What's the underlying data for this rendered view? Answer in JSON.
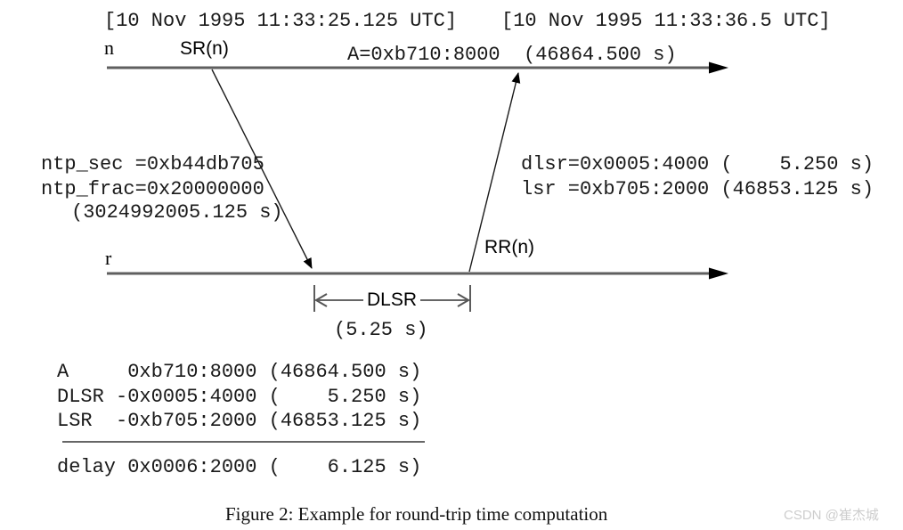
{
  "diagram": {
    "timestamps": {
      "left": "[10 Nov 1995 11:33:25.125 UTC]",
      "right": "[10 Nov 1995 11:33:36.5 UTC]"
    },
    "sender_line": {
      "endpoint_label": "n",
      "sr_label": "SR(n)",
      "arrival_label": "A=0xb710:8000  (46864.500 s)"
    },
    "receiver_line": {
      "endpoint_label": "r",
      "rr_label": "RR(n)"
    },
    "ntp_block": {
      "line1": "ntp_sec =0xb44db705",
      "line2": "ntp_frac=0x20000000",
      "line3": "(3024992005.125 s)"
    },
    "report_block": {
      "line1": "dlsr=0x0005:4000 (    5.250 s)",
      "line2": "lsr =0xb705:2000 (46853.125 s)"
    },
    "dlsr_measure": {
      "label": "DLSR",
      "seconds": "(5.25 s)"
    }
  },
  "computation": {
    "rows": [
      "A     0xb710:8000 (46864.500 s)",
      "DLSR -0x0005:4000 (    5.250 s)",
      "LSR  -0xb705:2000 (46853.125 s)"
    ],
    "result": "delay 0x0006:2000 (    6.125 s)"
  },
  "caption": "Figure 2: Example for round-trip time computation",
  "watermark": "CSDN @崔杰城",
  "colors": {
    "timeline": "#5f5f5f",
    "arrow": "#000000",
    "text": "#1a1a1a",
    "watermark": "#cdcdcd"
  }
}
